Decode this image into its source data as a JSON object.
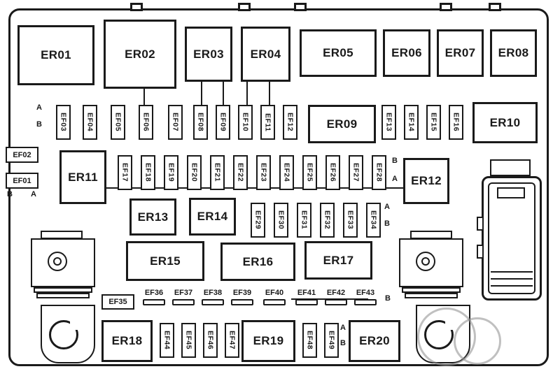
{
  "relays": {
    "er01": "ER01",
    "er02": "ER02",
    "er03": "ER03",
    "er04": "ER04",
    "er05": "ER05",
    "er06": "ER06",
    "er07": "ER07",
    "er08": "ER08",
    "er09": "ER09",
    "er10": "ER10",
    "er11": "ER11",
    "er12": "ER12",
    "er13": "ER13",
    "er14": "ER14",
    "er15": "ER15",
    "er16": "ER16",
    "er17": "ER17",
    "er18": "ER18",
    "er19": "ER19",
    "er20": "ER20"
  },
  "fuses": {
    "ef01": "EF01",
    "ef02": "EF02",
    "ef03": "EF03",
    "ef04": "EF04",
    "ef05": "EF05",
    "ef06": "EF06",
    "ef07": "EF07",
    "ef08": "EF08",
    "ef09": "EF09",
    "ef10": "EF10",
    "ef11": "EF11",
    "ef12": "EF12",
    "ef13": "EF13",
    "ef14": "EF14",
    "ef15": "EF15",
    "ef16": "EF16",
    "ef17": "EF17",
    "ef18": "EF18",
    "ef19": "EF19",
    "ef20": "EF20",
    "ef21": "EF21",
    "ef22": "EF22",
    "ef23": "EF23",
    "ef24": "EF24",
    "ef25": "EF25",
    "ef26": "EF26",
    "ef27": "EF27",
    "ef28": "EF28",
    "ef29": "EF29",
    "ef30": "EF30",
    "ef31": "EF31",
    "ef32": "EF32",
    "ef33": "EF33",
    "ef34": "EF34",
    "ef35": "EF35",
    "ef36": "EF36",
    "ef37": "EF37",
    "ef38": "EF38",
    "ef39": "EF39",
    "ef40": "EF40",
    "ef41": "EF41",
    "ef42": "EF42",
    "ef43": "EF43",
    "ef44": "EF44",
    "ef45": "EF45",
    "ef46": "EF46",
    "ef47": "EF47",
    "ef48": "EF48",
    "ef49": "EF49"
  },
  "markers": {
    "row1_a": "A",
    "row1_b": "B",
    "ef01_b": "B",
    "ef01_a": "A",
    "row2_b": "B",
    "row2_a": "A",
    "row3_a": "A",
    "row3_b": "B",
    "hrow_b": "B",
    "row4_a": "A",
    "row4_b": "B"
  },
  "colors": {
    "line": "#1a1a1a",
    "background": "#ffffff",
    "watermark": "#8c8c8c"
  }
}
